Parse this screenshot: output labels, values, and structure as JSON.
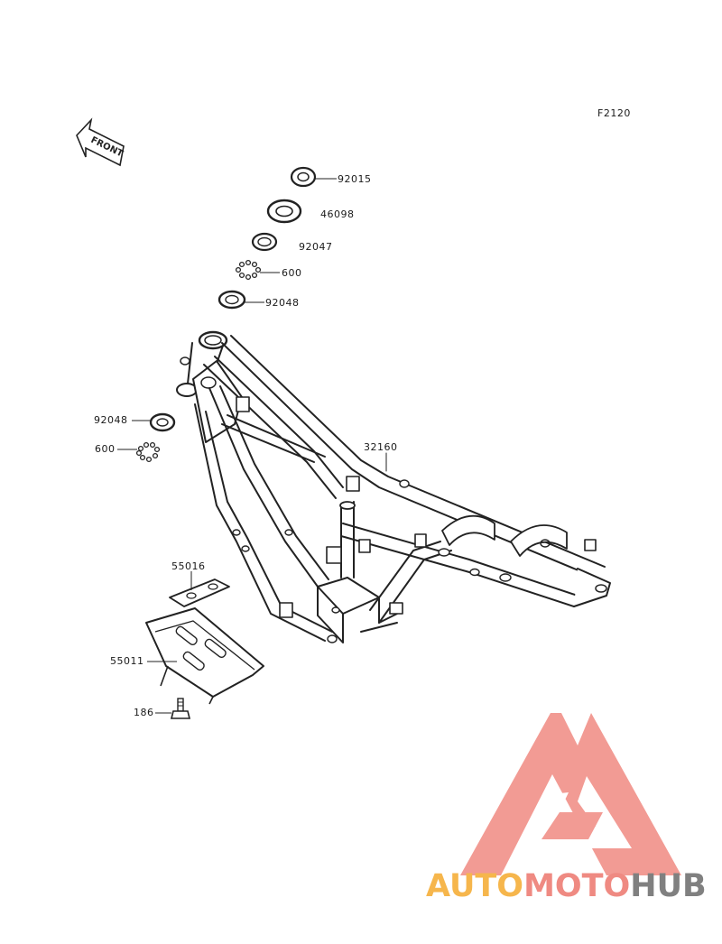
{
  "diagram_code": "F2120",
  "front_marker": "FRONT",
  "labels": {
    "p92015": "92015",
    "p46098": "46098",
    "p92047": "92047",
    "p600_top": "600",
    "p92048_top": "92048",
    "p92048_left": "92048",
    "p600_left": "600",
    "p32160": "32160",
    "p55016": "55016",
    "p55011": "55011",
    "p186": "186"
  },
  "watermark": {
    "part1": "AUTO",
    "part2": "MOTO",
    "part3": "HUB",
    "colors": {
      "part1": "#f6b64c",
      "part2": "#ef8a82",
      "part3": "#808080",
      "logo": "#f08a82"
    }
  }
}
